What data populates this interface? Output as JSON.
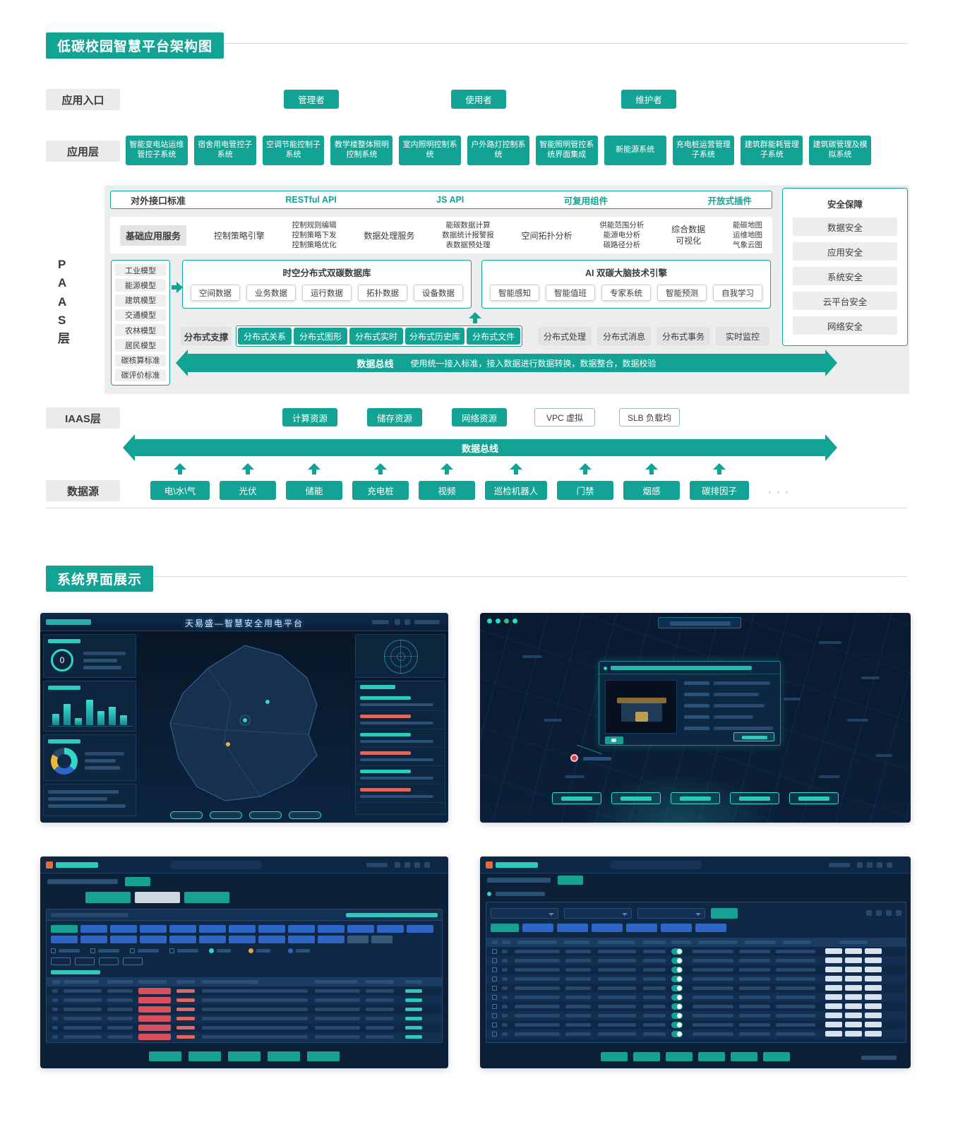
{
  "titles": {
    "section1": "低碳校园智慧平台架构图",
    "section2": "系统界面展示"
  },
  "entry": {
    "label": "应用入口",
    "items": [
      "管理者",
      "使用者",
      "维护者"
    ]
  },
  "app_layer": {
    "label": "应用层",
    "items": [
      "智能变电站运维管控子系统",
      "宿舍用电管控子系统",
      "空调节能控制子系统",
      "教学楼整体照明控制系统",
      "室内照明控制系统",
      "户外路灯控制系统",
      "智能照明管控系统界面集成",
      "新能源系统",
      "充电桩运营管理子系统",
      "建筑群能耗管理子系统",
      "建筑碳管理及模拟系统"
    ]
  },
  "paas": {
    "label": "PAAS层",
    "interface_row": {
      "label": "对外接口标准",
      "items": [
        "RESTful API",
        "JS API",
        "可复用组件",
        "开放式插件"
      ]
    },
    "services_row": {
      "label": "基础应用服务",
      "s1": "控制策略引擎",
      "m1": [
        "控制规则编辑",
        "控制策略下发",
        "控制策略优化"
      ],
      "s2": "数据处理服务",
      "m2": [
        "能碳数据计算",
        "数据统计报警报",
        "表数据预处理"
      ],
      "s3": "空间拓扑分析",
      "m3": [
        "供能范围分析",
        "能源电分析",
        "碳路径分析"
      ],
      "s4": [
        "综合数据",
        "可视化"
      ],
      "m4": [
        "能碳地图",
        "运维地图",
        "气象云图"
      ]
    },
    "models": [
      "工业模型",
      "能源模型",
      "建筑模型",
      "交通模型",
      "农林模型",
      "居民模型",
      "碳核算标准",
      "碳评价标准"
    ],
    "db_box": {
      "title": "时空分布式双碳数据库",
      "items": [
        "空间数据",
        "业务数据",
        "运行数据",
        "拓扑数据",
        "设备数据"
      ]
    },
    "ai_box": {
      "title": "AI 双碳大脑技术引擎",
      "items": [
        "智能感知",
        "智能值班",
        "专家系统",
        "智能预测",
        "自我学习"
      ]
    },
    "dist_row": {
      "label": "分布式支撑",
      "teal_items": [
        "分布式关系",
        "分布式图形",
        "分布式实时",
        "分布式历史库",
        "分布式文件"
      ],
      "gray_items": [
        "分布式处理",
        "分布式消息",
        "分布式事务",
        "实时监控"
      ]
    },
    "bus": {
      "title": "数据总线",
      "desc": "使用统一接入标准，接入数据进行数据转换，数据整合，数据校验"
    },
    "security": {
      "title": "安全保障",
      "items": [
        "数据安全",
        "应用安全",
        "系统安全",
        "云平台安全",
        "网络安全"
      ]
    }
  },
  "iaas": {
    "label": "IAAS层",
    "teal_items": [
      "计算资源",
      "储存资源",
      "网络资源"
    ],
    "outline_items": [
      "VPC 虚拟",
      "SLB 负载均"
    ],
    "bus": "数据总线"
  },
  "sources": {
    "label": "数据源",
    "items": [
      "电\\水\\气",
      "光伏",
      "储能",
      "充电桩",
      "视频",
      "巡检机器人",
      "门禁",
      "烟感",
      "碳排因子"
    ],
    "more": "···"
  },
  "screens": {
    "s1_title": "天易盛—智慧安全用电平台",
    "s1_gauge": "0"
  }
}
